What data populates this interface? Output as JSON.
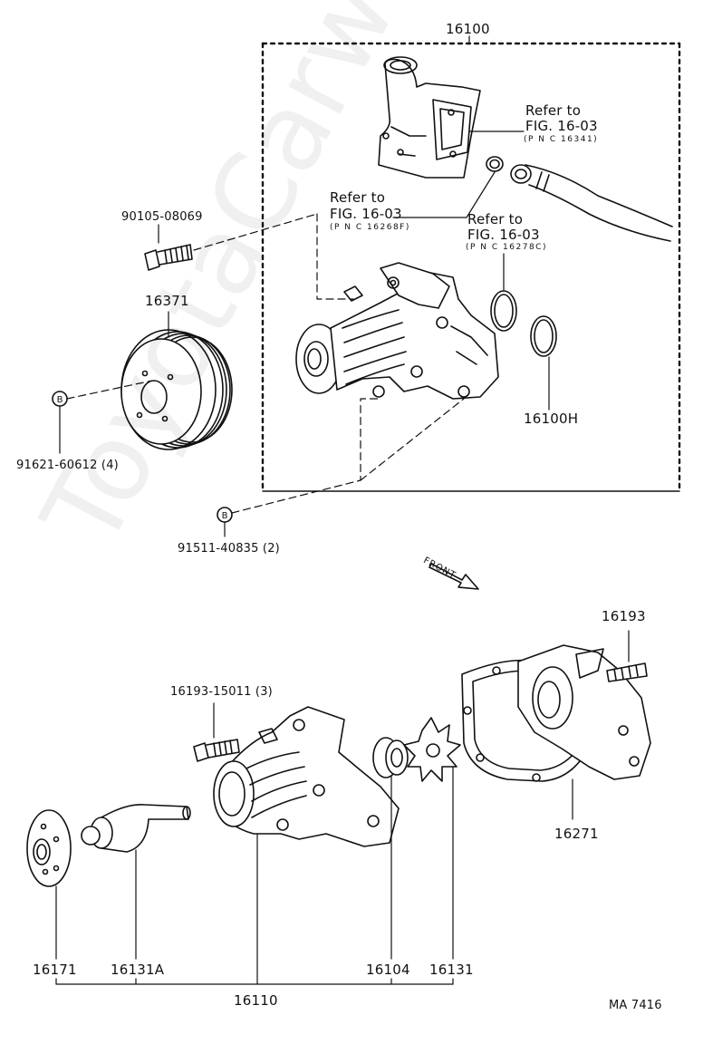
{
  "labels": {
    "assembly": "16100",
    "bolt_upper": "90105-08069",
    "pulley": "16371",
    "nut_pulley": "91621-60612 (4)",
    "nut_pump": "91511-40835 (2)",
    "oring": "16100H",
    "refer1_a": "Refer to",
    "refer1_b": "FIG. 16-03",
    "refer1_c": "(P N C  16341)",
    "refer2_a": "Refer to",
    "refer2_b": "FIG. 16-03",
    "refer2_c": "(P N C  16268F)",
    "refer3_a": "Refer to",
    "refer3_b": "FIG. 16-03",
    "refer3_c": "(P N C  16278C)",
    "front": "FRONT",
    "stud": "16193",
    "bolt_lower": "16193-15011 (3)",
    "gasket": "16271",
    "hub": "16171",
    "shaft": "16131A",
    "body": "16110",
    "seal": "16104",
    "rotor": "16131",
    "marker_b1": "B",
    "marker_b2": "B",
    "code": "MA  7416",
    "watermark": "ToyotaCarwe.ru"
  }
}
